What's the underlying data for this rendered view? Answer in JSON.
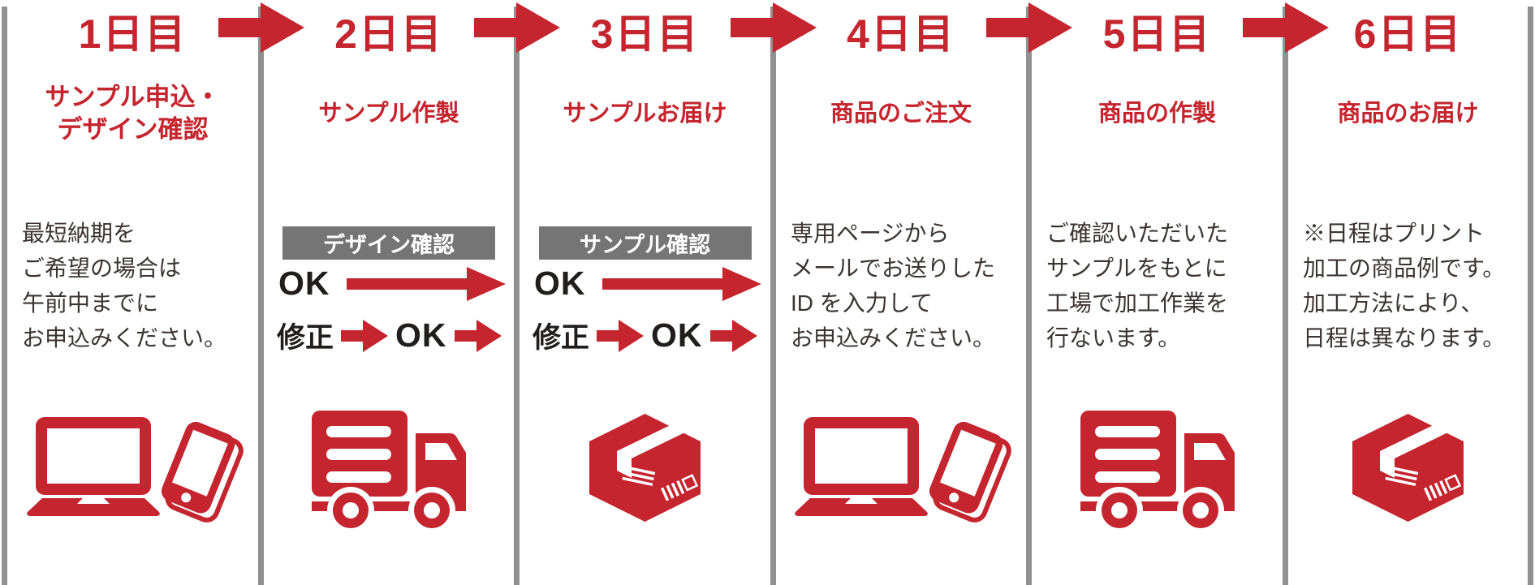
{
  "colors": {
    "accent_red": "#c4252e",
    "divider_gray": "#919191",
    "badge_gray": "#757575",
    "body_text": "#3b3433"
  },
  "columns": [
    {
      "day": "1日目",
      "title": [
        "サンプル申込・",
        "デザイン確認"
      ],
      "body": [
        "最短納期を",
        "ご希望の場合は",
        "午前中までに",
        "お申込みください。"
      ],
      "icon": "laptop-phone-icon"
    },
    {
      "day": "2日目",
      "title": [
        "サンプル作製"
      ],
      "badge": "デザイン確認",
      "flow_ok": "OK",
      "flow_fix": "修正",
      "flow_fix_ok": "OK",
      "icon": "delivery-truck-icon"
    },
    {
      "day": "3日目",
      "title": [
        "サンプルお届け"
      ],
      "badge": "サンプル確認",
      "flow_ok": "OK",
      "flow_fix": "修正",
      "flow_fix_ok": "OK",
      "icon": "package-box-icon"
    },
    {
      "day": "4日目",
      "title": [
        "商品のご注文"
      ],
      "body": [
        "専用ページから",
        "メールでお送りした",
        "ID を入力して",
        "お申込みください。"
      ],
      "icon": "laptop-phone-icon"
    },
    {
      "day": "5日目",
      "title": [
        "商品の作製"
      ],
      "body": [
        "ご確認いただいた",
        "サンプルをもとに",
        "工場で加工作業を",
        "行ないます。"
      ],
      "icon": "delivery-truck-icon"
    },
    {
      "day": "6日目",
      "title": [
        "商品のお届け"
      ],
      "body": [
        "※日程はプリント",
        "加工の商品例です。",
        "加工方法により、",
        "日程は異なります。"
      ],
      "icon": "package-box-icon"
    }
  ]
}
